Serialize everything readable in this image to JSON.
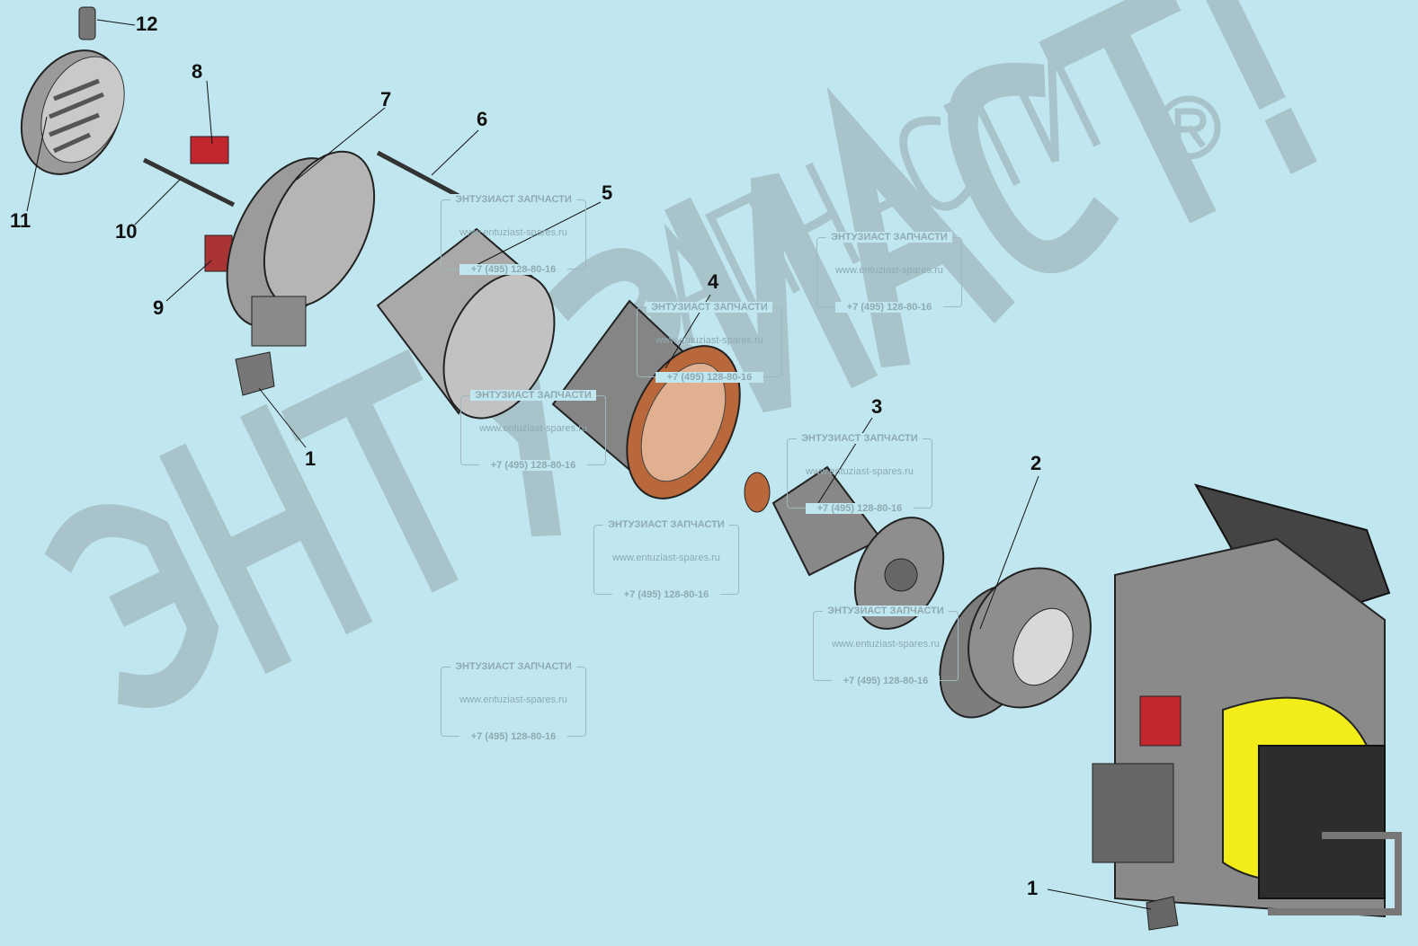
{
  "watermark": {
    "brand": "ЭНТУЗИАСТ!",
    "subtitle": "ЗАПЧАСТИ",
    "registered": "®",
    "stamp_title": "ЭНТУЗИАСТ ЗАПЧАСТИ",
    "stamp_url": "www.entuziast-spares.ru",
    "stamp_phone": "+7 (495) 128-80-16"
  },
  "callouts": [
    {
      "id": "c12",
      "text": "12"
    },
    {
      "id": "c8",
      "text": "8"
    },
    {
      "id": "c7",
      "text": "7"
    },
    {
      "id": "c6",
      "text": "6"
    },
    {
      "id": "c5",
      "text": "5"
    },
    {
      "id": "c11",
      "text": "11"
    },
    {
      "id": "c10",
      "text": "10"
    },
    {
      "id": "c9",
      "text": "9"
    },
    {
      "id": "c4",
      "text": "4"
    },
    {
      "id": "c1a",
      "text": "1"
    },
    {
      "id": "c3",
      "text": "3"
    },
    {
      "id": "c2",
      "text": "2"
    },
    {
      "id": "c1b",
      "text": "1"
    }
  ],
  "colors": {
    "background": "#c0e7ef",
    "part": "#8a8a8a",
    "accent_red": "#c0282d",
    "accent_yellow": "#f2ec18",
    "copper": "#b8683a"
  }
}
